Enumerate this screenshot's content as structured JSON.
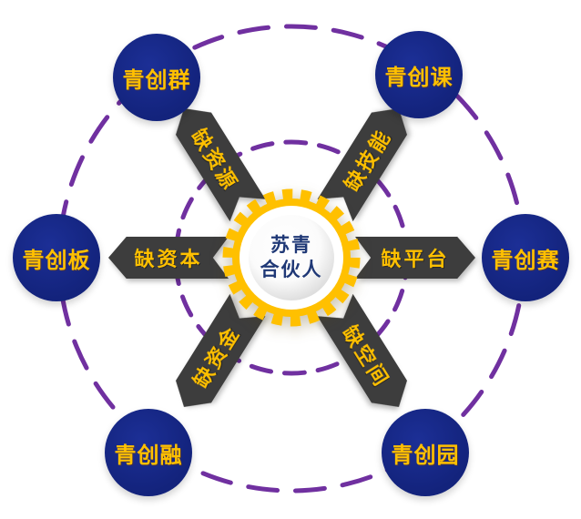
{
  "center": {
    "line1": "苏青",
    "line2": "合伙人"
  },
  "spokes": {
    "top_left": "缺资源",
    "top_right": "缺技能",
    "left": "缺资本",
    "right": "缺平台",
    "bottom_left": "缺资金",
    "bottom_right": "缺空间"
  },
  "nodes": {
    "top_left": "青创群",
    "top_right": "青创课",
    "left": "青创板",
    "right": "青创赛",
    "bottom_left": "青创融",
    "bottom_right": "青创园"
  },
  "colors": {
    "node_navy": "#13237C",
    "label_yellow": "#FFC000",
    "spoke_charcoal": "#3D3D3D",
    "ring_purple": "#7030A0",
    "gear_yellow": "#FFC000",
    "center_text_navy": "#1F3876"
  }
}
